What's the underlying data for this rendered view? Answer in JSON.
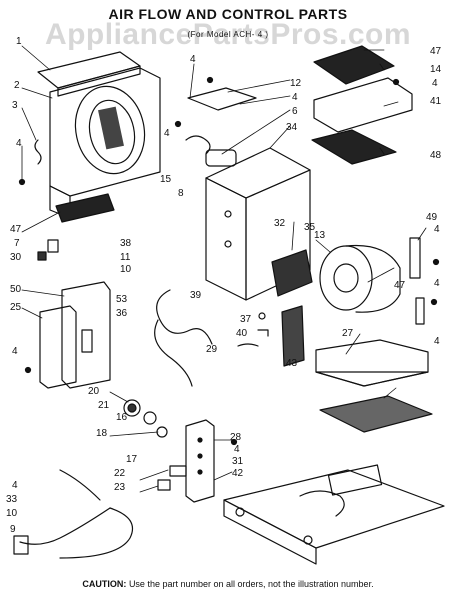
{
  "title": "AIR FLOW AND CONTROL PARTS",
  "watermark": "AppliancePartsPros.com",
  "subtitle": "(For Model ACH- 4 )",
  "caution": {
    "label": "CAUTION:",
    "text": "Use the part number on all orders, not the illustration number."
  },
  "callouts": [
    {
      "id": "c1",
      "label": "1"
    },
    {
      "id": "c2",
      "label": "2"
    },
    {
      "id": "c3",
      "label": "3"
    },
    {
      "id": "c4a",
      "label": "4"
    },
    {
      "id": "c47a",
      "label": "47"
    },
    {
      "id": "c7",
      "label": "7"
    },
    {
      "id": "c30",
      "label": "30"
    },
    {
      "id": "c50",
      "label": "50"
    },
    {
      "id": "c25",
      "label": "25"
    },
    {
      "id": "c4b",
      "label": "4"
    },
    {
      "id": "c20",
      "label": "20"
    },
    {
      "id": "c21",
      "label": "21"
    },
    {
      "id": "c16",
      "label": "16"
    },
    {
      "id": "c18",
      "label": "18"
    },
    {
      "id": "c17",
      "label": "17"
    },
    {
      "id": "c22",
      "label": "22"
    },
    {
      "id": "c23",
      "label": "23"
    },
    {
      "id": "c4c",
      "label": "4"
    },
    {
      "id": "c33",
      "label": "33"
    },
    {
      "id": "c10a",
      "label": "10"
    },
    {
      "id": "c9",
      "label": "9"
    },
    {
      "id": "c4d",
      "label": "4"
    },
    {
      "id": "c12",
      "label": "12"
    },
    {
      "id": "c4e",
      "label": "4"
    },
    {
      "id": "c6",
      "label": "6"
    },
    {
      "id": "c34",
      "label": "34"
    },
    {
      "id": "c4f",
      "label": "4"
    },
    {
      "id": "c15",
      "label": "15"
    },
    {
      "id": "c8",
      "label": "8"
    },
    {
      "id": "c38",
      "label": "38"
    },
    {
      "id": "c11",
      "label": "11"
    },
    {
      "id": "c10b",
      "label": "10"
    },
    {
      "id": "c32",
      "label": "32"
    },
    {
      "id": "c35",
      "label": "35"
    },
    {
      "id": "c13",
      "label": "13"
    },
    {
      "id": "c53",
      "label": "53"
    },
    {
      "id": "c36",
      "label": "36"
    },
    {
      "id": "c39",
      "label": "39"
    },
    {
      "id": "c37",
      "label": "37"
    },
    {
      "id": "c40",
      "label": "40"
    },
    {
      "id": "c29",
      "label": "29"
    },
    {
      "id": "c27",
      "label": "27"
    },
    {
      "id": "c47b",
      "label": "47"
    },
    {
      "id": "c43",
      "label": "43"
    },
    {
      "id": "c28",
      "label": "28"
    },
    {
      "id": "c4g",
      "label": "4"
    },
    {
      "id": "c31",
      "label": "31"
    },
    {
      "id": "c42",
      "label": "42"
    },
    {
      "id": "c47c",
      "label": "47"
    },
    {
      "id": "c14",
      "label": "14"
    },
    {
      "id": "c4h",
      "label": "4"
    },
    {
      "id": "c41",
      "label": "41"
    },
    {
      "id": "c48",
      "label": "48"
    },
    {
      "id": "c49",
      "label": "49"
    },
    {
      "id": "c4i",
      "label": "4"
    },
    {
      "id": "c4j",
      "label": "4"
    },
    {
      "id": "c4k",
      "label": "4"
    }
  ]
}
